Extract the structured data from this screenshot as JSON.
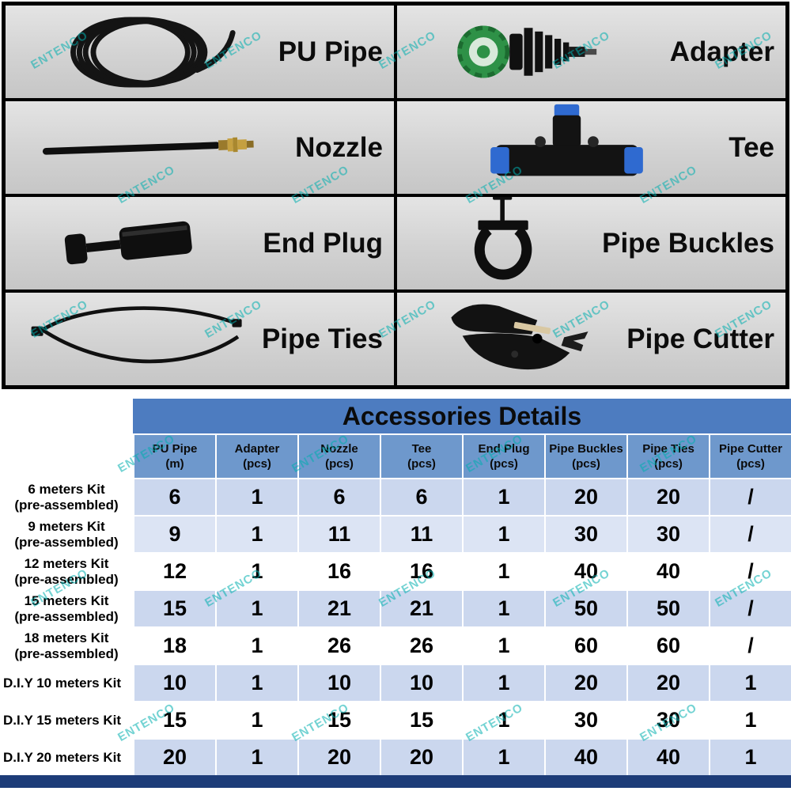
{
  "colors": {
    "watermark": "#00afaf",
    "title_band": "#4d7cc0",
    "header_band": "#6e98cc",
    "row_alt": "#cbd7ee",
    "bottom_band": "#1d3c78"
  },
  "watermark": {
    "text": "ENTENCO"
  },
  "product_grid": {
    "items": [
      {
        "label": "PU Pipe"
      },
      {
        "label": "Adapter"
      },
      {
        "label": "Nozzle"
      },
      {
        "label": "Tee"
      },
      {
        "label": "End Plug"
      },
      {
        "label": "Pipe Buckles"
      },
      {
        "label": "Pipe Ties"
      },
      {
        "label": "Pipe Cutter"
      }
    ]
  },
  "table": {
    "title": "Accessories Details",
    "columns": [
      {
        "name": "PU Pipe",
        "unit": "(m)"
      },
      {
        "name": "Adapter",
        "unit": "(pcs)"
      },
      {
        "name": "Nozzle",
        "unit": "(pcs)"
      },
      {
        "name": "Tee",
        "unit": "(pcs)"
      },
      {
        "name": "End Plug",
        "unit": "(pcs)"
      },
      {
        "name": "Pipe Buckles",
        "unit": "(pcs)"
      },
      {
        "name": "Pipe Ties",
        "unit": "(pcs)"
      },
      {
        "name": "Pipe Cutter",
        "unit": "(pcs)"
      }
    ],
    "rows": [
      {
        "label": "6 meters Kit\n(pre-assembled)",
        "values": [
          "6",
          "1",
          "6",
          "6",
          "1",
          "20",
          "20",
          "/"
        ]
      },
      {
        "label": "9 meters Kit\n(pre-assembled)",
        "values": [
          "9",
          "1",
          "11",
          "11",
          "1",
          "30",
          "30",
          "/"
        ]
      },
      {
        "label": "12 meters Kit\n(pre-assembled)",
        "values": [
          "12",
          "1",
          "16",
          "16",
          "1",
          "40",
          "40",
          "/"
        ]
      },
      {
        "label": "15 meters Kit\n(pre-assembled)",
        "values": [
          "15",
          "1",
          "21",
          "21",
          "1",
          "50",
          "50",
          "/"
        ]
      },
      {
        "label": "18 meters Kit\n(pre-assembled)",
        "values": [
          "18",
          "1",
          "26",
          "26",
          "1",
          "60",
          "60",
          "/"
        ]
      },
      {
        "label": "D.I.Y 10 meters Kit",
        "values": [
          "10",
          "1",
          "10",
          "10",
          "1",
          "20",
          "20",
          "1"
        ]
      },
      {
        "label": "D.I.Y 15 meters Kit",
        "values": [
          "15",
          "1",
          "15",
          "15",
          "1",
          "30",
          "30",
          "1"
        ]
      },
      {
        "label": "D.I.Y 20 meters Kit",
        "values": [
          "20",
          "1",
          "20",
          "20",
          "1",
          "40",
          "40",
          "1"
        ]
      }
    ]
  }
}
